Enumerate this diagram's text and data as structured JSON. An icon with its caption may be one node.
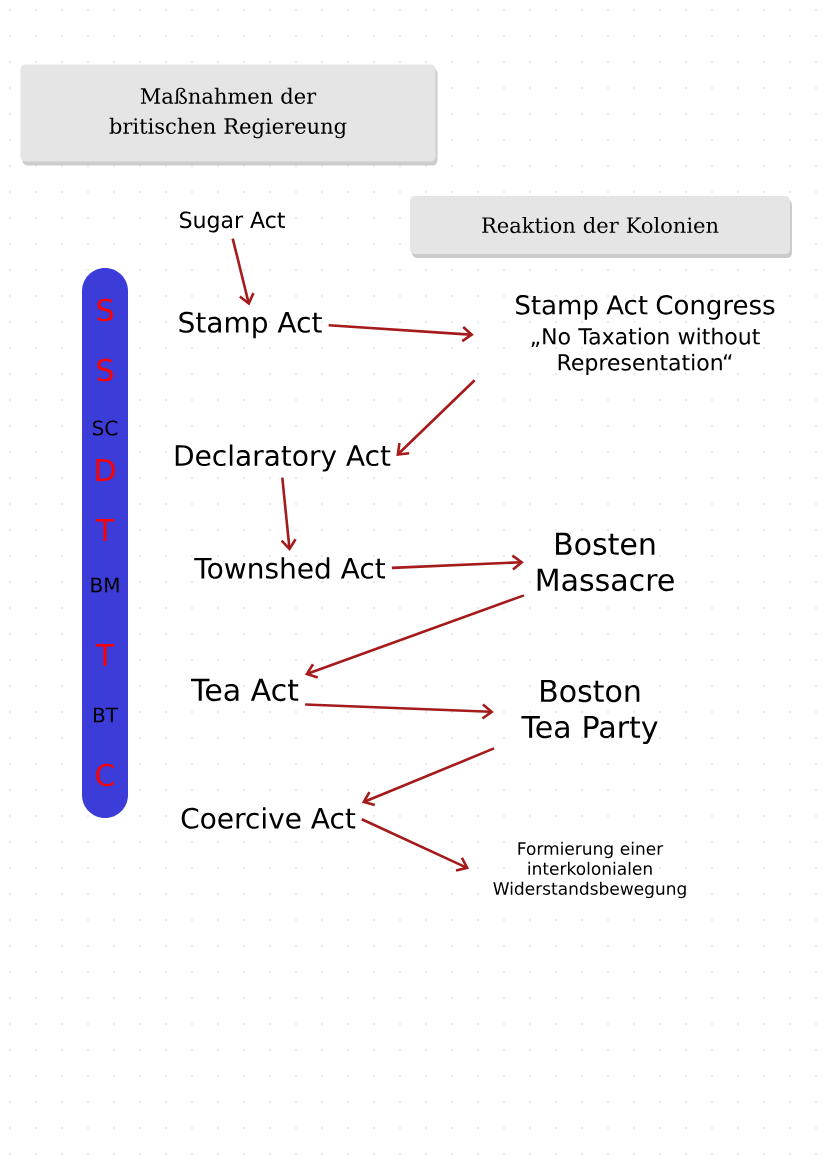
{
  "diagram": {
    "nodes": [
      {
        "text": [
          "Maßnahmen der britischen Regiereung"
        ]
      },
      {
        "text": [
          "Reaktion der Kolonien"
        ]
      },
      {
        "text": [
          "S",
          "S",
          "SC",
          "D",
          "T",
          "BM",
          "T",
          "BT",
          "C"
        ]
      },
      {
        "text": [
          "Sugar Act"
        ]
      },
      {
        "text": [
          "Stamp Act"
        ]
      },
      {
        "text": [
          "Stamp Act Congress",
          "„No Taxation without Representation“"
        ]
      },
      {
        "text": [
          "Declaratory Act"
        ]
      },
      {
        "text": [
          "Townshed Act"
        ]
      },
      {
        "text": [
          "Bosten Massacre"
        ]
      },
      {
        "text": [
          "Tea Act"
        ]
      },
      {
        "text": [
          "Boston Tea Party"
        ]
      },
      {
        "text": [
          "Coercive Act"
        ]
      },
      {
        "text": [
          "Formierung einer interkolonialen Widerstandsbewegung"
        ]
      }
    ],
    "edges": [
      {
        "from": 3,
        "to": 4,
        "arrow": "to"
      },
      {
        "from": 4,
        "to": 5,
        "arrow": "to"
      },
      {
        "from": 5,
        "to": 6,
        "arrow": "to"
      },
      {
        "from": 6,
        "to": 7,
        "arrow": "to"
      },
      {
        "from": 7,
        "to": 8,
        "arrow": "to"
      },
      {
        "from": 8,
        "to": 9,
        "arrow": "to"
      },
      {
        "from": 9,
        "to": 10,
        "arrow": "to"
      },
      {
        "from": 10,
        "to": 11,
        "arrow": "to"
      },
      {
        "from": 11,
        "to": 12,
        "arrow": "to"
      }
    ]
  }
}
